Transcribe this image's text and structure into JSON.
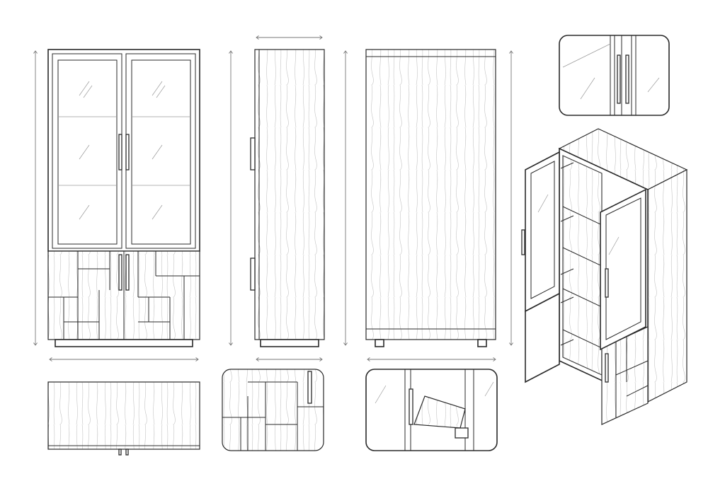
{
  "drawing": {
    "subject": "cabinet",
    "colors": {
      "line": "#2a2a2a",
      "dimension": "#777777",
      "background": "#ffffff"
    },
    "views": [
      "front-view",
      "side-view",
      "back-view",
      "top-view",
      "isometric-view",
      "detail-handle",
      "detail-panel",
      "detail-hinge-shelf"
    ]
  }
}
